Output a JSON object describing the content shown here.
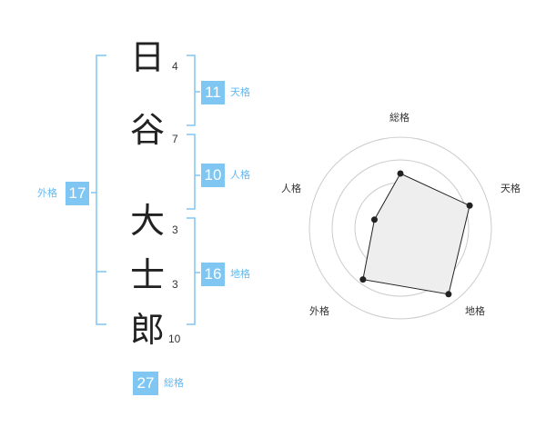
{
  "name": {
    "chars": [
      {
        "char": "日",
        "strokes": "4"
      },
      {
        "char": "谷",
        "strokes": "7"
      },
      {
        "char": "大",
        "strokes": "3"
      },
      {
        "char": "士",
        "strokes": "3"
      },
      {
        "char": "郎",
        "strokes": "10"
      }
    ]
  },
  "fortune": {
    "tenkaku": {
      "value": "11",
      "label": "天格"
    },
    "jinkaku": {
      "value": "10",
      "label": "人格"
    },
    "chikaku": {
      "value": "16",
      "label": "地格"
    },
    "gaikaku": {
      "value": "17",
      "label": "外格"
    },
    "soukaku": {
      "value": "27",
      "label": "総格"
    }
  },
  "colors": {
    "bracket": "#7fc6f2",
    "badge": "#7fc6f2",
    "badge_label": "#66b8ee",
    "radar_fill": "#eeeeee",
    "radar_grid": "#cccccc"
  },
  "chart_data": {
    "type": "radar",
    "axes": [
      "総格",
      "天格",
      "地格",
      "外格",
      "人格"
    ],
    "values": [
      0.6,
      0.8,
      0.9,
      0.7,
      0.3
    ],
    "rings": 4
  }
}
